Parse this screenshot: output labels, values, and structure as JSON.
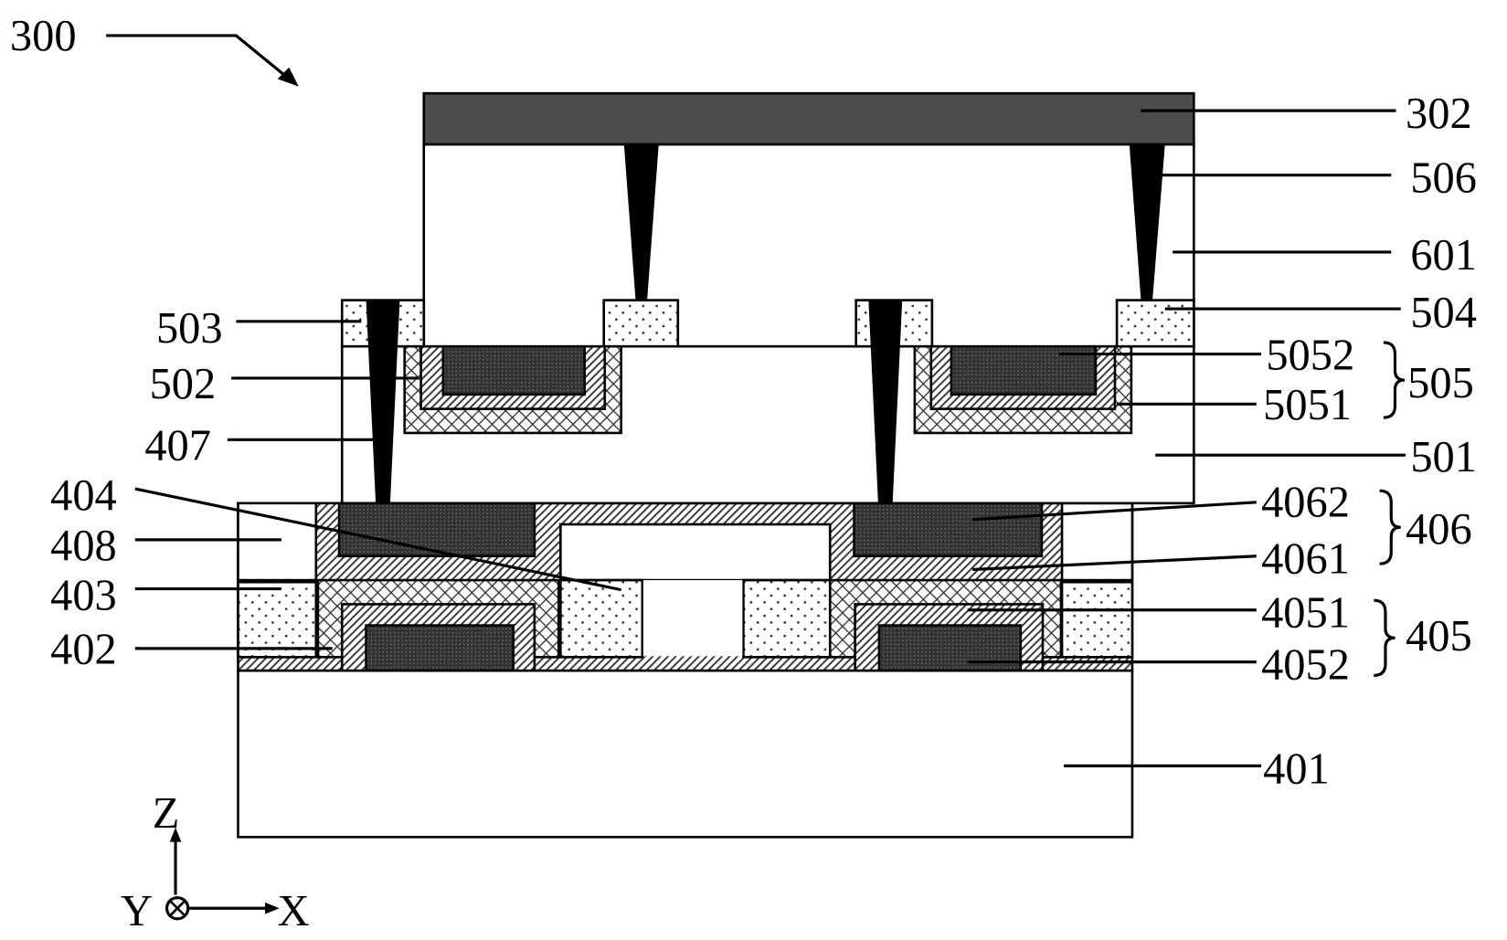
{
  "figure_label": "300",
  "colors": {
    "top_plate": "#4d4d4d",
    "via": "#000000",
    "dark_block": "#3a3a3a"
  },
  "labels": {
    "l302": "302",
    "l506": "506",
    "l601": "601",
    "l504": "504",
    "l5052": "5052",
    "l5051": "5051",
    "l505": "505",
    "l501": "501",
    "l4062": "4062",
    "l4061": "4061",
    "l406": "406",
    "l4051": "4051",
    "l4052": "4052",
    "l405": "405",
    "l401": "401",
    "l503": "503",
    "l502": "502",
    "l407": "407",
    "l404": "404",
    "l408": "408",
    "l403": "403",
    "l402": "402"
  },
  "axes": {
    "z": "Z",
    "y": "Y",
    "x": "X"
  }
}
